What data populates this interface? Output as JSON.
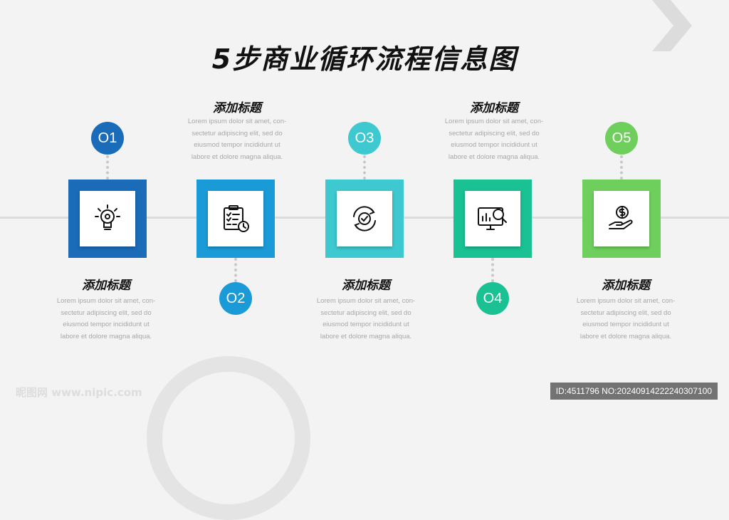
{
  "title": "5步商业循环流程信息图",
  "colors": {
    "step1": "#1a6bb8",
    "step2": "#1a9ad6",
    "step3": "#3dc9cf",
    "step4": "#19c193",
    "step5": "#6fcf5d"
  },
  "steps": [
    {
      "number": "O1",
      "heading": "添加标题",
      "lines": [
        "Lorem ipsum dolor sit amet, con-",
        "sectetur adipiscing elit, sed do",
        "eiusmod tempor incididunt ut",
        "labore et dolore magna aliqua."
      ],
      "icon": "lightbulb-gear-icon"
    },
    {
      "number": "O2",
      "heading": "添加标题",
      "lines": [
        "Lorem ipsum dolor sit amet, con-",
        "sectetur adipiscing elit, sed do",
        "eiusmod tempor incididunt ut",
        "labore et dolore magna aliqua."
      ],
      "icon": "clipboard-clock-icon"
    },
    {
      "number": "O3",
      "heading": "添加标题",
      "lines": [
        "Lorem ipsum dolor sit amet, con-",
        "sectetur adipiscing elit, sed do",
        "eiusmod tempor incididunt ut",
        "labore et dolore magna aliqua."
      ],
      "icon": "gear-cycle-check-icon"
    },
    {
      "number": "O4",
      "heading": "添加标题",
      "lines": [
        "Lorem ipsum dolor sit amet, con-",
        "sectetur adipiscing elit, sed do",
        "eiusmod tempor incididunt ut",
        "labore et dolore magna aliqua."
      ],
      "icon": "monitor-chart-search-icon"
    },
    {
      "number": "O5",
      "heading": "添加标题",
      "lines": [
        "Lorem ipsum dolor sit amet, con-",
        "sectetur adipiscing elit, sed do",
        "eiusmod tempor incididunt ut",
        "labore et dolore magna aliqua."
      ],
      "icon": "hand-dollar-icon"
    }
  ],
  "watermark": {
    "left": "昵图网 www.nipic.com",
    "right": "ID:4511796 NO:20240914222240307100"
  }
}
